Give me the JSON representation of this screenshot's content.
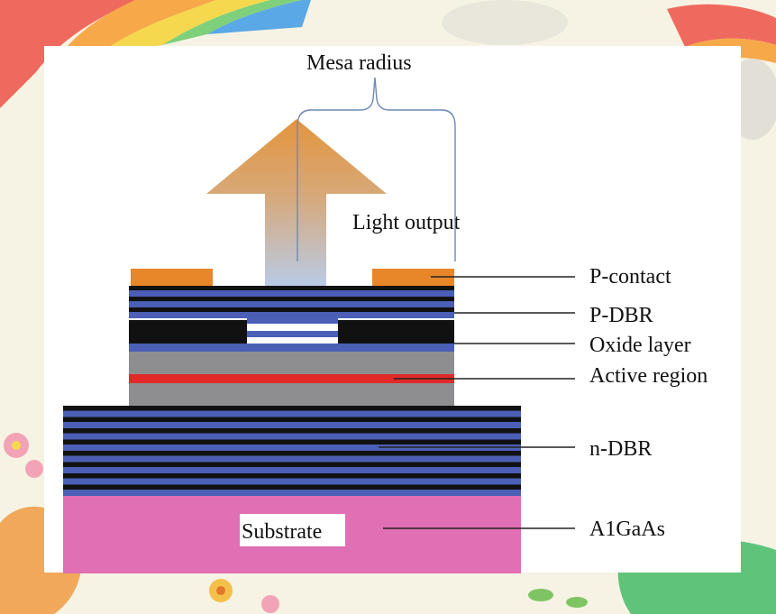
{
  "labels": {
    "mesa_radius": "Mesa radius",
    "light_output": "Light output",
    "p_contact": "P-contact",
    "p_dbr": "P-DBR",
    "oxide_layer": "Oxide layer",
    "active_region": "Active region",
    "n_dbr": "n-DBR",
    "substrate": "Substrate",
    "algaas": "A1GaAs"
  },
  "colors": {
    "contact": "#e8862a",
    "dbr_blue": "#4a5fb5",
    "dbr_black": "#111111",
    "oxide": "#111111",
    "cavity_gray": "#8e8e90",
    "active_red": "#e02a2a",
    "substrate": "#e06fb4",
    "arrow_top": "#e3953d",
    "arrow_bottom": "#b9cbe6",
    "bracket": "#6e88b8"
  }
}
